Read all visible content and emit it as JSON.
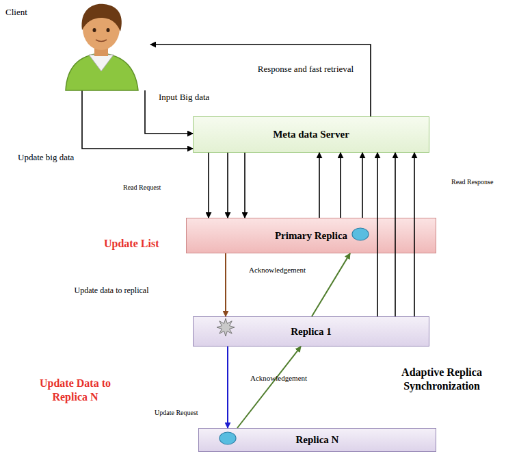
{
  "diagram": {
    "nodes": [
      {
        "text": [
          "Client"
        ]
      },
      {
        "text": [
          "Meta data Server"
        ]
      },
      {
        "text": [
          "Primary Replica"
        ]
      },
      {
        "text": [
          "Replica 1"
        ]
      },
      {
        "text": [
          "Replica N"
        ]
      }
    ],
    "edges": [
      {
        "from": 0,
        "to": 1,
        "arrow": "to",
        "label": "Input Big data"
      },
      {
        "from": 0,
        "to": 1,
        "arrow": "to",
        "label": "Update big data"
      },
      {
        "from": 1,
        "to": 0,
        "arrow": "to",
        "label": "Response and fast retrieval"
      },
      {
        "from": 1,
        "to": 2,
        "arrow": "to"
      },
      {
        "from": 1,
        "to": 2,
        "arrow": "to"
      },
      {
        "from": 1,
        "to": 2,
        "arrow": "to"
      },
      {
        "from": 2,
        "to": 1,
        "arrow": "to"
      },
      {
        "from": 2,
        "to": 1,
        "arrow": "to"
      },
      {
        "from": 2,
        "to": 1,
        "arrow": "to"
      },
      {
        "from": 3,
        "to": 1,
        "arrow": "to"
      },
      {
        "from": 3,
        "to": 1,
        "arrow": "to"
      },
      {
        "from": 3,
        "to": 1,
        "arrow": "to"
      },
      {
        "from": 2,
        "to": 3,
        "arrow": "to",
        "label": "Update data to replical"
      },
      {
        "from": 3,
        "to": 4,
        "arrow": "to",
        "label": "Update Request"
      },
      {
        "from": 3,
        "to": 2,
        "arrow": "to",
        "label": "Acknowledgement"
      },
      {
        "from": 4,
        "to": 3,
        "arrow": "to",
        "label": "Acknowledgement"
      }
    ],
    "labels": [
      "Read Request",
      "Read Response",
      "Update List",
      "Update Data to Replica N",
      "Adaptive Replica Synchronization"
    ]
  }
}
